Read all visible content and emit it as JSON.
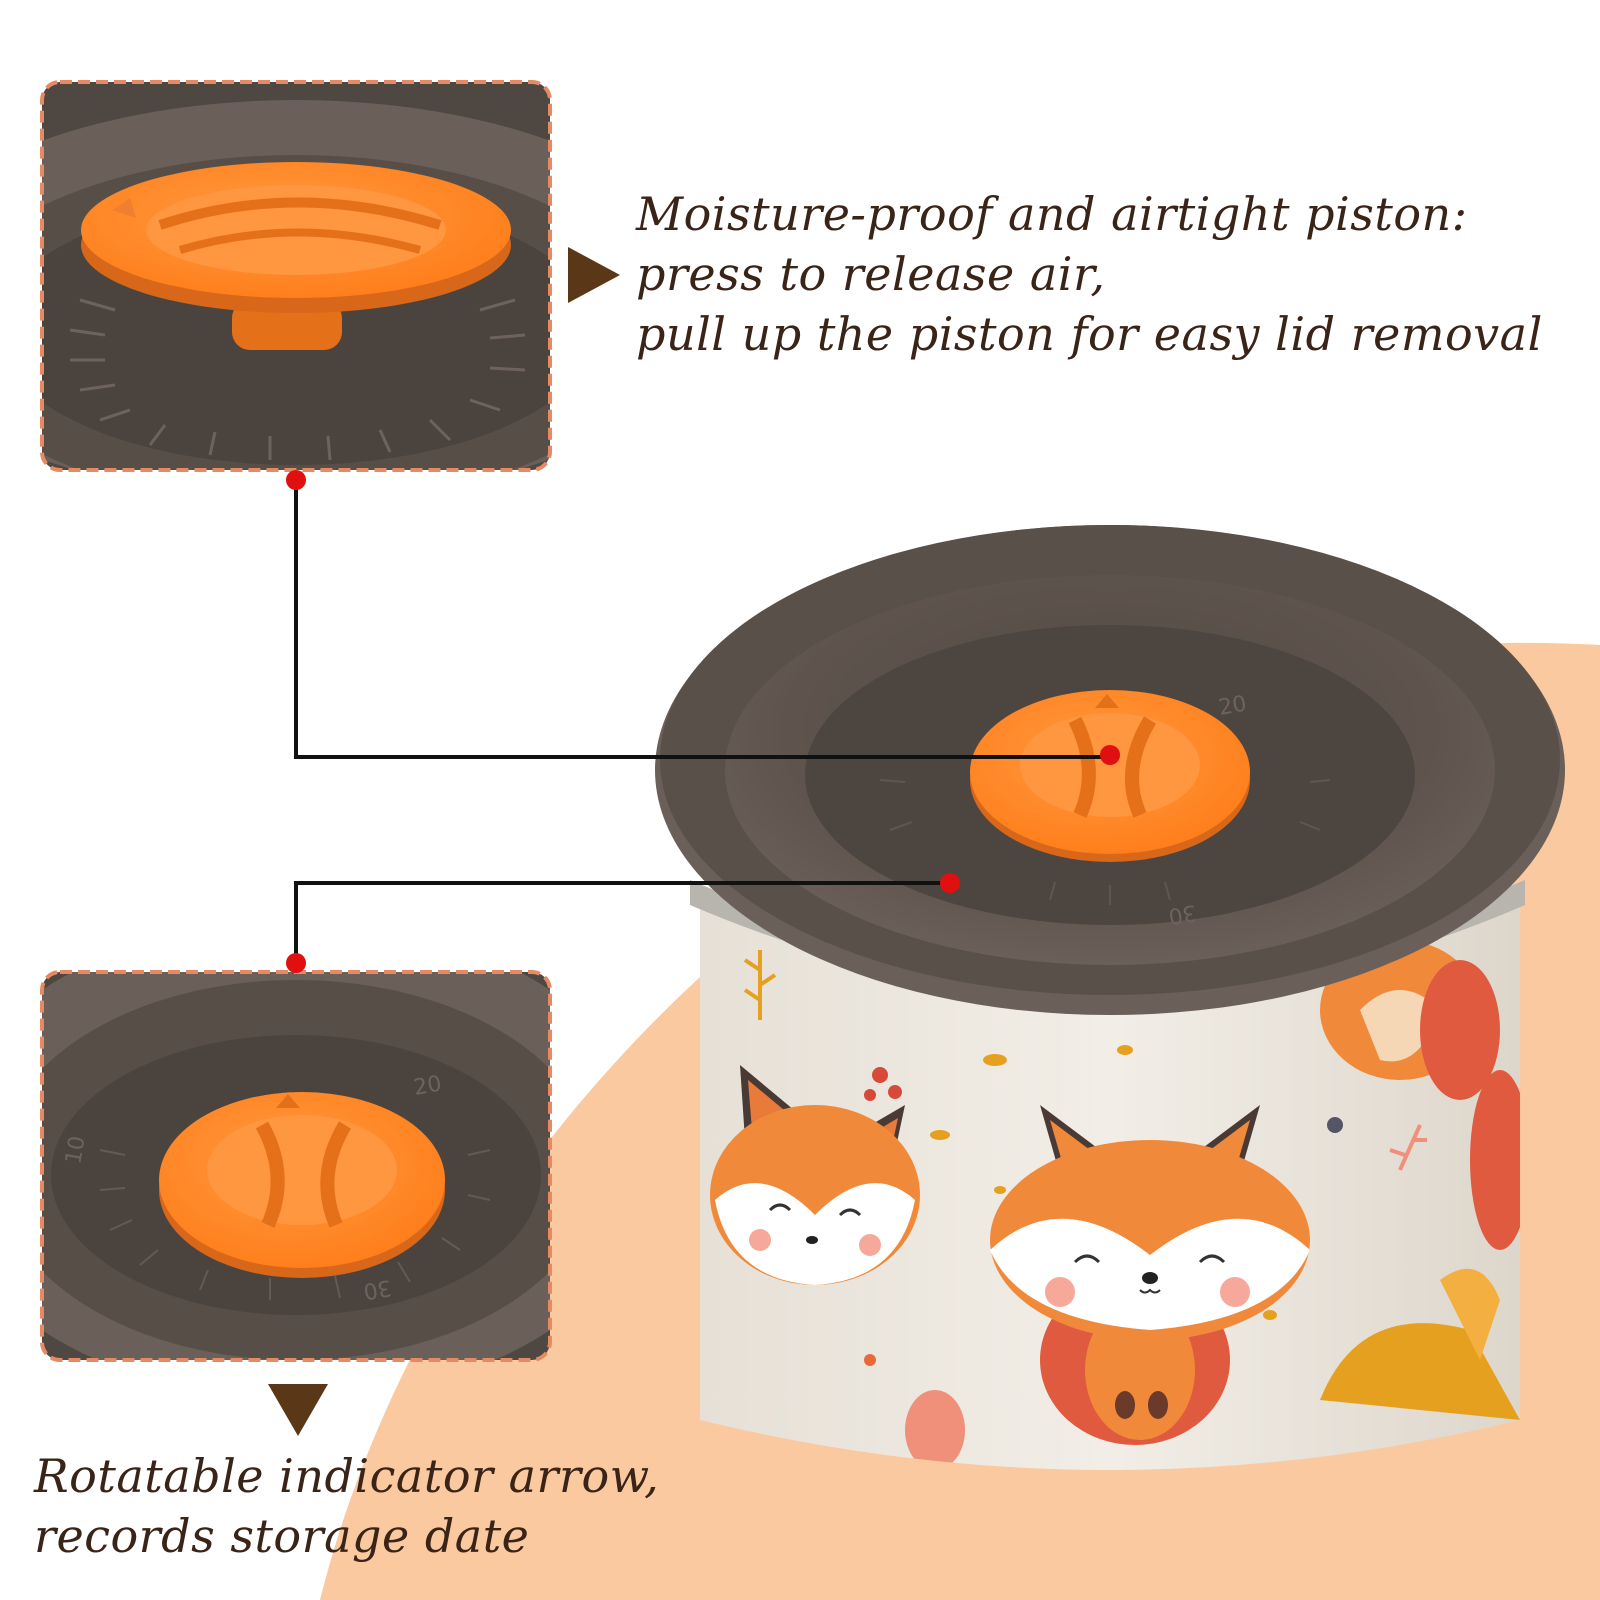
{
  "captions": {
    "piston": {
      "line1": "Moisture-proof and airtight piston:",
      "line2": "press to release air,",
      "line3": "pull up the piston for easy lid removal"
    },
    "indicator": {
      "line1": "Rotatable indicator arrow,",
      "line2": "records storage date"
    }
  },
  "dial_numbers": [
    "20",
    "30",
    "10"
  ],
  "colors": {
    "background_wave": "#fbc9a0",
    "lid": "#5c524b",
    "piston": "#ff8a2a",
    "callout_frame": "#e58a62",
    "callout_dot": "#e01010",
    "pointer_arrow": "#5a3717",
    "caption_text": "#3a2418"
  },
  "icons": {
    "top_arrow": "triangle-right-icon",
    "bottom_arrow": "triangle-down-icon"
  }
}
